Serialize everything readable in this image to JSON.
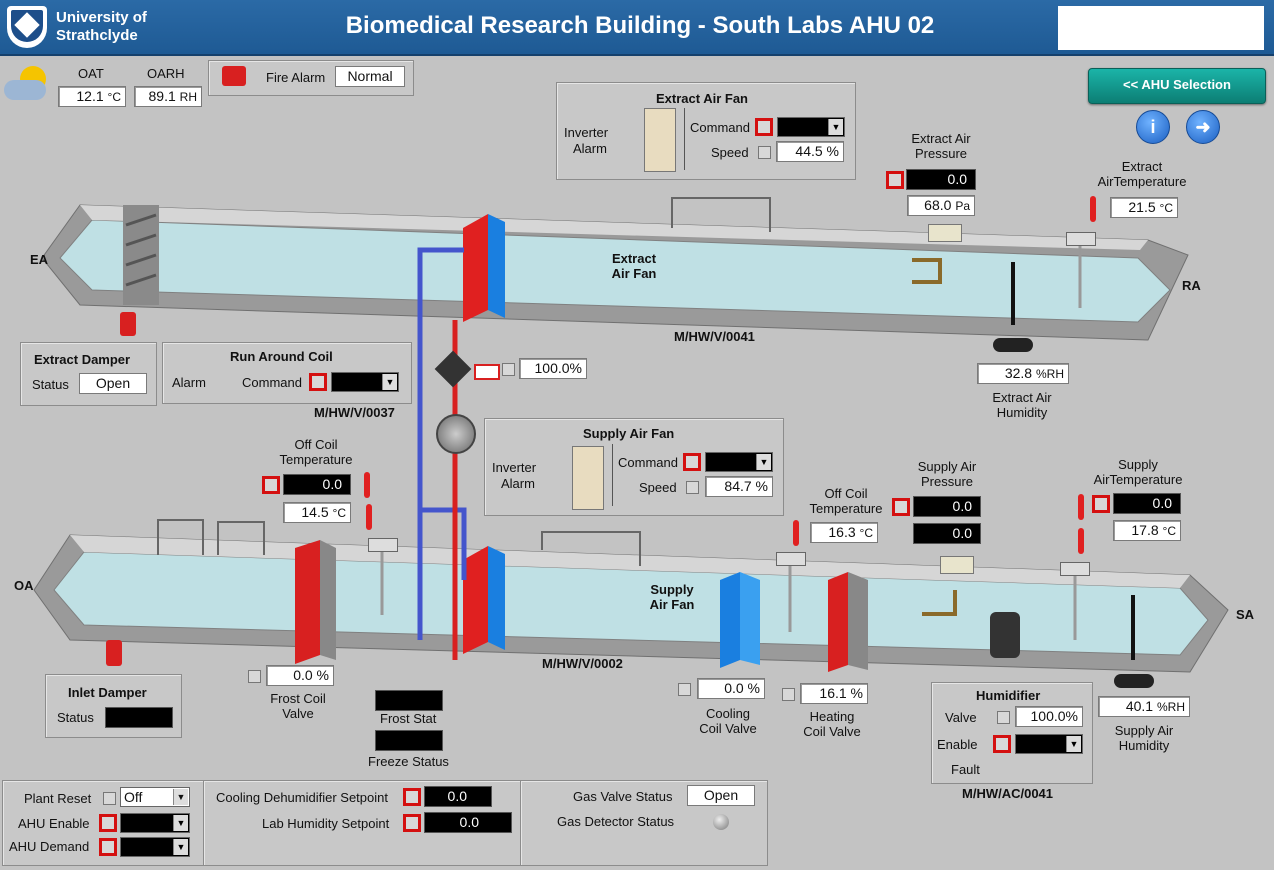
{
  "header": {
    "org_line1": "University of",
    "org_line2": "Strathclyde",
    "title": "Biomedical Research Building - South Labs AHU 02"
  },
  "weather": {
    "oat_label": "OAT",
    "oarh_label": "OARH",
    "oat_value": "12.1",
    "oat_unit": "°C",
    "oarh_value": "89.1",
    "oarh_unit": "RH"
  },
  "fire_alarm": {
    "label": "Fire Alarm",
    "value": "Normal"
  },
  "nav": {
    "ahu_selection": "<< AHU Selection",
    "info": "i"
  },
  "extract_fan": {
    "title": "Extract Air Fan",
    "inverter": "Inverter",
    "alarm": "Alarm",
    "command": "Command",
    "speed": "Speed",
    "speed_value": "44.5 %"
  },
  "supply_fan": {
    "title": "Supply Air Fan",
    "inverter": "Inverter",
    "alarm": "Alarm",
    "command": "Command",
    "speed": "Speed",
    "speed_value": "84.7 %"
  },
  "extract_pressure": {
    "label1": "Extract Air",
    "label2": "Pressure",
    "setpoint": "0.0",
    "value": "68.0",
    "unit": "Pa"
  },
  "extract_temp": {
    "label1": "Extract",
    "label2": "AirTemperature",
    "value": "21.5",
    "unit": "°C"
  },
  "duct": {
    "ea": "EA",
    "ra": "RA",
    "oa": "OA",
    "sa": "SA",
    "extract_fan_l1": "Extract",
    "extract_fan_l2": "Air Fan",
    "supply_fan_l1": "Supply",
    "supply_fan_l2": "Air Fan",
    "tag_extract": "M/HW/V/0041",
    "tag_supply": "M/HW/V/0002",
    "tag_rac": "M/HW/V/0037",
    "tag_hum": "M/HW/AC/0041"
  },
  "extract_humidity": {
    "value": "32.8",
    "unit": "%RH",
    "label1": "Extract Air",
    "label2": "Humidity"
  },
  "extract_damper": {
    "title": "Extract Damper",
    "status_label": "Status",
    "status": "Open"
  },
  "run_around_coil": {
    "title": "Run Around Coil",
    "alarm": "Alarm",
    "command": "Command",
    "valve_value": "100.0%"
  },
  "offcoil_left": {
    "label1": "Off Coil",
    "label2": "Temperature",
    "setpoint": "0.0",
    "value": "14.5",
    "unit": "°C"
  },
  "offcoil_right": {
    "label1": "Off Coil",
    "label2": "Temperature",
    "value": "16.3",
    "unit": "°C"
  },
  "supply_pressure": {
    "label1": "Supply Air",
    "label2": "Pressure",
    "setpoint": "0.0",
    "value": "0.0"
  },
  "supply_temp": {
    "label1": "Supply",
    "label2": "AirTemperature",
    "setpoint": "0.0",
    "value": "17.8",
    "unit": "°C"
  },
  "frost_coil": {
    "value": "0.0 %",
    "label1": "Frost Coil",
    "label2": "Valve"
  },
  "frost_stat": {
    "label": "Frost Stat"
  },
  "freeze_status": {
    "label": "Freeze Status"
  },
  "cooling_coil": {
    "value": "0.0 %",
    "label1": "Cooling",
    "label2": "Coil Valve"
  },
  "heating_coil": {
    "value": "16.1 %",
    "label1": "Heating",
    "label2": "Coil Valve"
  },
  "humidifier": {
    "title": "Humidifier",
    "valve": "Valve",
    "valve_value": "100.0%",
    "enable": "Enable",
    "fault": "Fault"
  },
  "supply_humidity": {
    "value": "40.1",
    "unit": "%RH",
    "label1": "Supply Air",
    "label2": "Humidity"
  },
  "inlet_damper": {
    "title": "Inlet Damper",
    "status_label": "Status"
  },
  "bottom": {
    "plant_reset": "Plant Reset",
    "plant_reset_value": "Off",
    "ahu_enable": "AHU Enable",
    "ahu_demand": "AHU Demand",
    "cool_dehum": "Cooling Dehumidifier Setpoint",
    "cool_dehum_value": "0.0",
    "lab_hum": "Lab Humidity Setpoint",
    "lab_hum_value": "0.0",
    "gas_valve": "Gas Valve Status",
    "gas_valve_value": "Open",
    "gas_detector": "Gas Detector Status"
  }
}
